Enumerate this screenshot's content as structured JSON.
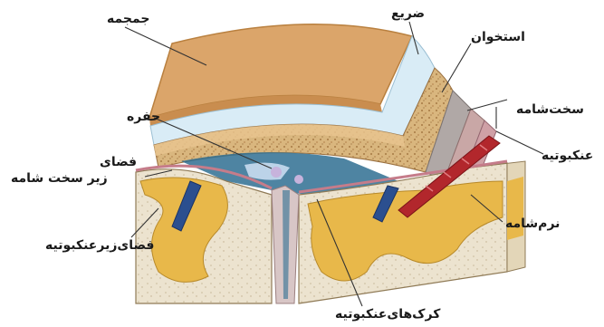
{
  "labels": {
    "skull": "جمجمه",
    "periosteum": "ضریع",
    "bone": "استخوان",
    "dura_mater": "سخت‌شامه",
    "sinus": "حفره",
    "arachnoid": "عنکبوتیه",
    "subdural_space_line1": "فضای",
    "subdural_space_line2": "زیر سخت شامه",
    "pia_mater": "نرم‌شامه",
    "subarachnoid_space": "فضای‌زیرعنکبوتیه",
    "arachnoid_villi": "کرک‌های‌عنکبوتیه"
  },
  "colors": {
    "skull_surface": "#dba56a",
    "skull_edge": "#c98d4f",
    "periosteum": "#d9ecf6",
    "bone_fill": "#d8b47c",
    "dura": "#b0a8a6",
    "arachnoid": "#cfa0a6",
    "sinus_blue": "#2f6f92",
    "brain_cortex": "#e8b84a",
    "brain_white": "#e7dcc5",
    "vessel_red": "#b2272c",
    "vessel_blue": "#2b4f8f"
  }
}
